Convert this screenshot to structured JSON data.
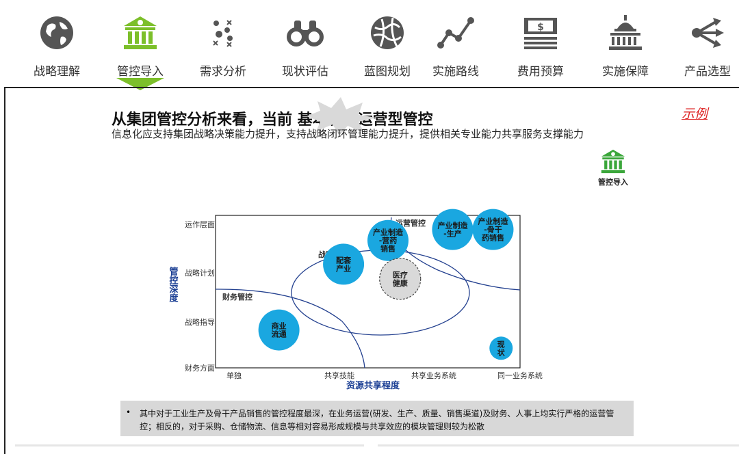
{
  "nav": {
    "items": [
      {
        "label": "战略理解",
        "icon": "globe-icon"
      },
      {
        "label": "管控导入",
        "icon": "bank-icon"
      },
      {
        "label": "需求分析",
        "icon": "dots-icon"
      },
      {
        "label": "现状评估",
        "icon": "binoculars-icon"
      },
      {
        "label": "蓝图规划",
        "icon": "sphere-icon"
      },
      {
        "label": "实施路线",
        "icon": "line-chart-icon"
      },
      {
        "label": "费用预算",
        "icon": "money-icon"
      },
      {
        "label": "实施保障",
        "icon": "capitol-icon"
      },
      {
        "label": "产品选型",
        "icon": "share-icon"
      }
    ],
    "active_index": 1
  },
  "slide": {
    "title": "从集团管控分析来看，当前              基本属于运营型管控",
    "subtitle": "信息化应支持集团战略决策能力提升，支持战略闭环管理能力提升，提供相关专业能力共享服务支撑能力",
    "badge": "示例",
    "mini_label": "管控导入"
  },
  "chart_data": {
    "type": "scatter",
    "ylabel": "管控深度",
    "xlabel": "资源共享程度",
    "y_ticks": [
      "运作层面",
      "战略计划",
      "战略指导",
      "财务方面"
    ],
    "x_ticks": [
      "单独",
      "共享技能",
      "共享业务系统",
      "同一业务系统"
    ],
    "regions": [
      {
        "name": "运营管控"
      },
      {
        "name": "战略管控"
      },
      {
        "name": "财务管控"
      }
    ],
    "bubbles": [
      {
        "label": "产业制造-营药销售",
        "x": 2.05,
        "y": 3.3
      },
      {
        "label": "产业制造-生产",
        "x": 2.85,
        "y": 3.6
      },
      {
        "label": "产业制造-骨干药销售",
        "x": 3.35,
        "y": 3.6
      },
      {
        "label": "配套产业",
        "x": 1.5,
        "y": 2.65
      },
      {
        "label": "医疗健康",
        "x": 2.2,
        "y": 2.25,
        "dashed": true
      },
      {
        "label": "商业流通",
        "x": 0.7,
        "y": 0.85
      },
      {
        "label": "现状",
        "x": 3.45,
        "y": 0.35,
        "small": true
      }
    ]
  },
  "note": {
    "text": "其中对于工业生产及骨干产品销售的管控程度最深，在业务运营(研发、生产、质量、销售渠道)及财务、人事上均实行严格的运营管控；相反的，对于采购、仓储物流、信息等相对容易形成规模与共享效应的模块管理则较为松散"
  },
  "colors": {
    "accent_green": "#7cbf2a",
    "icon_gray": "#555555",
    "bubble_blue": "#1aa7e0",
    "axis_blue": "#1b3f94",
    "badge_red": "#dd2222"
  }
}
